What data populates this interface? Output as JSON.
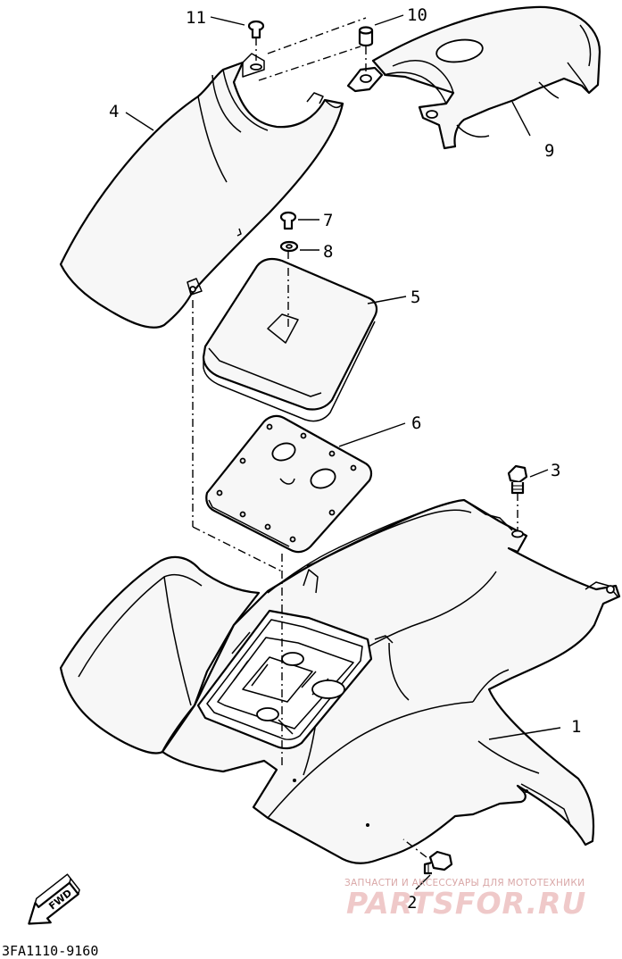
{
  "diagram_code": "3FA1110-9160",
  "fwd_label": "FWD",
  "watermark": {
    "tagline": "ЗАПЧАСТИ И АКСЕССУАРЫ ДЛЯ МОТОТЕХНИКИ",
    "brand": "PARTSFOR.RU"
  },
  "callouts": [
    {
      "id": "1",
      "part": "rear-fender"
    },
    {
      "id": "2",
      "part": "bolt-bottom"
    },
    {
      "id": "3",
      "part": "bolt-right"
    },
    {
      "id": "4",
      "part": "mud-flap"
    },
    {
      "id": "5",
      "part": "storage-lid"
    },
    {
      "id": "6",
      "part": "lid-seal-plate"
    },
    {
      "id": "7",
      "part": "lid-screw"
    },
    {
      "id": "8",
      "part": "washer"
    },
    {
      "id": "9",
      "part": "rear-bracket"
    },
    {
      "id": "10",
      "part": "collar"
    },
    {
      "id": "11",
      "part": "screw-top"
    }
  ]
}
